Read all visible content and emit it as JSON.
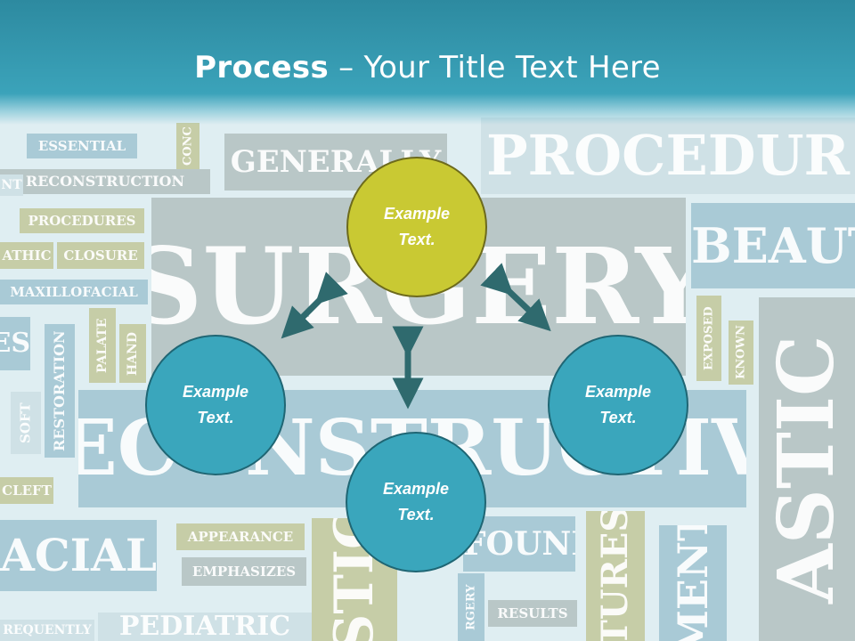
{
  "title": {
    "bold": "Process",
    "rest": " – Your Title Text Here"
  },
  "nodes": [
    {
      "id": "top",
      "text": "Example\nText.",
      "color": "#c9c933"
    },
    {
      "id": "left",
      "text": "Example\nText.",
      "color": "#3aa6bc"
    },
    {
      "id": "bottom",
      "text": "Example\nText.",
      "color": "#3aa6bc"
    },
    {
      "id": "right",
      "text": "Example\nText.",
      "color": "#3aa6bc"
    }
  ],
  "background_words": [
    "ESSENTIAL",
    "CONC",
    "GENERALLY",
    "PROCEDUR",
    "RECONSTRUCTION",
    "PROCEDURES",
    "ATHIC",
    "CLOSURE",
    "MAXILLOFACIAL",
    "SURGERY",
    "BEAUT",
    "PALATE",
    "HAND",
    "RESTORATION",
    "SOFT",
    "EXPOSED",
    "KNOWN",
    "RECONSTRUCTIVE",
    "CLEFT",
    "ACIAL",
    "APPEARANCE",
    "EMPHASIZES",
    "FOUND",
    "TURES",
    "MENT",
    "RGERY",
    "RESULTS",
    "REQUENTLY",
    "PEDIATRIC",
    "ASTIC",
    "STIC",
    "ES",
    "NT"
  ],
  "colors": {
    "header": "#3ba3ba",
    "circle_blue": "#3aa6bc",
    "circle_green": "#c9c933",
    "arrow": "#2f6a6e"
  }
}
